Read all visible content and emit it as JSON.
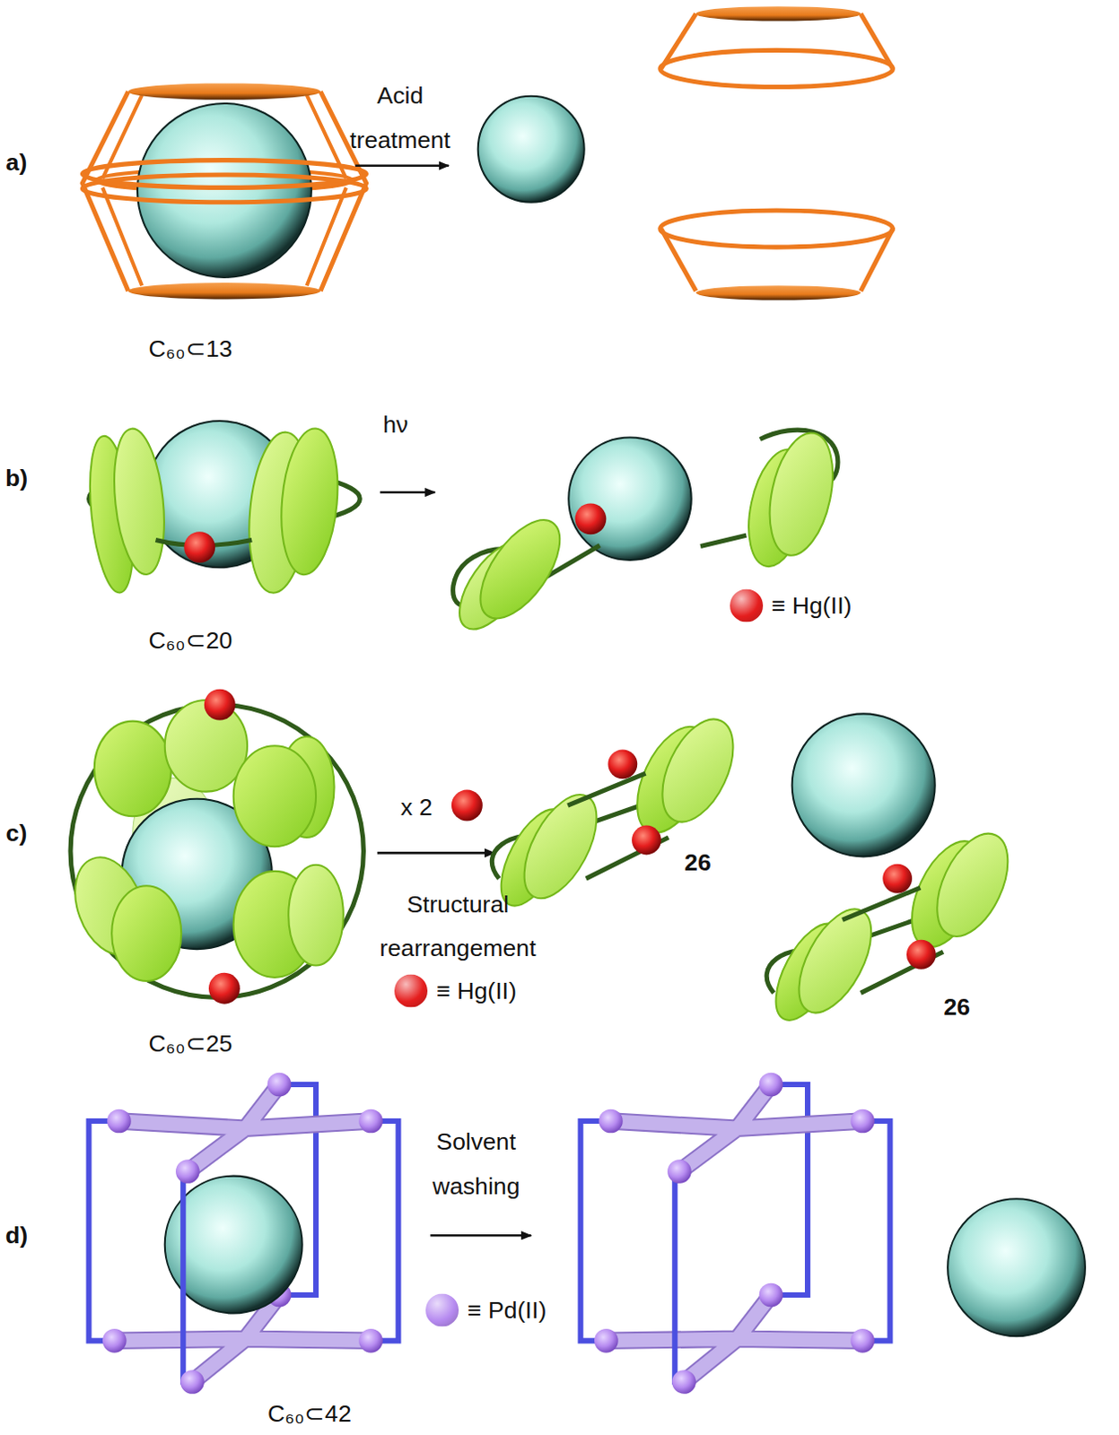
{
  "diagram": {
    "labels": [
      "a)",
      "C₆₀⊂13",
      "Acid treatment",
      "b)",
      "hν",
      "C₆₀⊂20",
      "c)",
      "x 2",
      "Structural rearrangement",
      "26",
      "C₆₀⊂25",
      "26",
      "d)",
      "Solvent washing",
      "C₆₀⊂42"
    ],
    "legend": [
      {
        "text": "≡ Hg(II)",
        "color": "#e51e1e"
      },
      {
        "text": "≡ Hg(II)",
        "color": "#e51e1e"
      },
      {
        "text": "≡ Pd(II)",
        "color": "#b68af0"
      }
    ]
  }
}
